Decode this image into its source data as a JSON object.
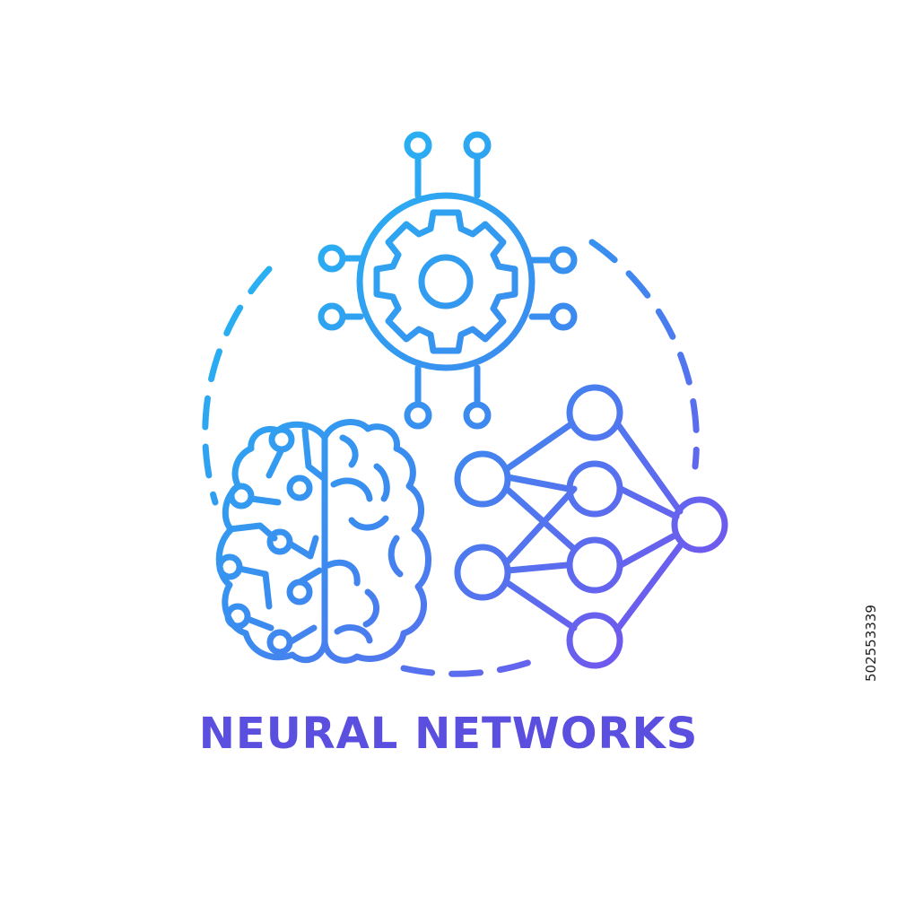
{
  "title": "NEURAL NETWORKS",
  "stock_id": "502553339",
  "colors": {
    "gradient_start": "#20b8f2",
    "gradient_mid": "#3a8ef0",
    "gradient_end": "#7a4df0",
    "title_color": "#5b4fe0",
    "background": "#ffffff"
  },
  "icons": {
    "gear_chip": "gear-chip-icon",
    "brain": "brain-circuit-icon",
    "network": "neural-network-graph-icon",
    "ring": "dashed-circle-frame"
  }
}
